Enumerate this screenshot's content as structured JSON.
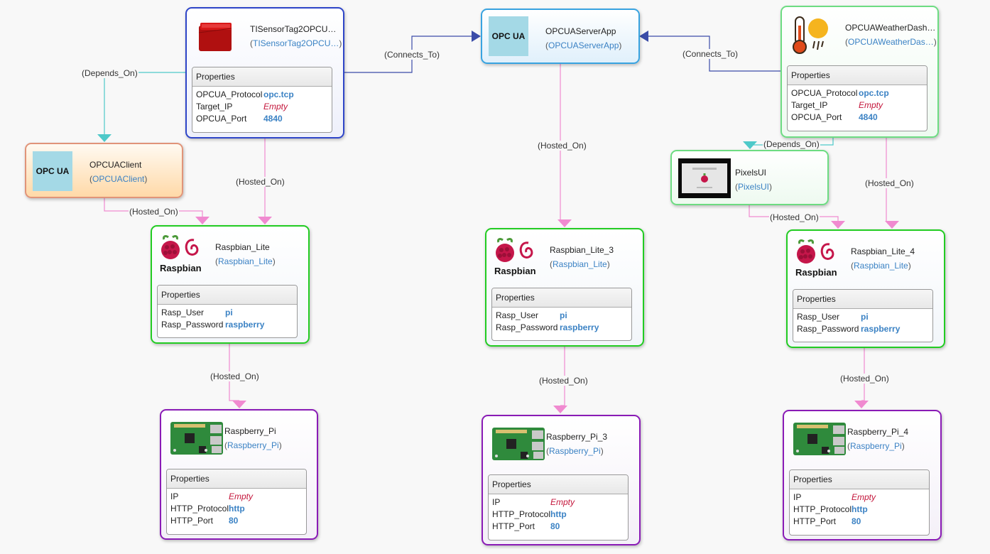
{
  "edge_labels": {
    "ti_depends": "(Depends_On)",
    "ti_connects": "(Connects_To)",
    "wd_connects": "(Connects_To)",
    "ti_hosted": "(Hosted_On)",
    "srv_hosted": "(Hosted_On)",
    "client_hosted": "(Hosted_On)",
    "wd_depends": "(Depends_On)",
    "wd_hosted": "(Hosted_On)",
    "pixels_hosted": "(Hosted_On)",
    "rl1_hosted": "(Hosted_On)",
    "rl3_hosted": "(Hosted_On)",
    "rl4_hosted": "(Hosted_On)"
  },
  "nodes": {
    "tisensor": {
      "title": "TISensorTag2OPCU…",
      "type": "TISensorTag2OPCU…",
      "icon": "sensortag-icon",
      "properties_label": "Properties",
      "props": [
        {
          "key": "OPCUA_Protocol",
          "value": "opc.tcp"
        },
        {
          "key": "Target_IP",
          "value": "Empty"
        },
        {
          "key": "OPCUA_Port",
          "value": "4840"
        }
      ]
    },
    "server": {
      "title": "OPCUAServerApp",
      "type": "OPCUAServerApp",
      "icon": "opcua-logo-icon",
      "icon_text": "OPC UA"
    },
    "weather": {
      "title": "OPCUAWeatherDash…",
      "type": "OPCUAWeatherDas…",
      "icon": "weather-icon",
      "properties_label": "Properties",
      "props": [
        {
          "key": "OPCUA_Protocol",
          "value": "opc.tcp"
        },
        {
          "key": "Target_IP",
          "value": "Empty"
        },
        {
          "key": "OPCUA_Port",
          "value": "4840"
        }
      ]
    },
    "client": {
      "title": "OPCUAClient",
      "type": "OPCUAClient",
      "icon": "opcua-logo-icon",
      "icon_text": "OPC UA"
    },
    "pixels": {
      "title": "PixelsUI",
      "type": "PixelsUI",
      "icon": "pixel-desktop-icon"
    },
    "rl1": {
      "title": "Raspbian_Lite",
      "type": "Raspbian_Lite",
      "icon": "raspbian-logo-icon",
      "icon_text": "Raspbian",
      "properties_label": "Properties",
      "props": [
        {
          "key": "Rasp_User",
          "value": "pi"
        },
        {
          "key": "Rasp_Password",
          "value": "raspberry"
        }
      ]
    },
    "rl3": {
      "title": "Raspbian_Lite_3",
      "type": "Raspbian_Lite",
      "icon": "raspbian-logo-icon",
      "icon_text": "Raspbian",
      "properties_label": "Properties",
      "props": [
        {
          "key": "Rasp_User",
          "value": "pi"
        },
        {
          "key": "Rasp_Password",
          "value": "raspberry"
        }
      ]
    },
    "rl4": {
      "title": "Raspbian_Lite_4",
      "type": "Raspbian_Lite",
      "icon": "raspbian-logo-icon",
      "icon_text": "Raspbian",
      "properties_label": "Properties",
      "props": [
        {
          "key": "Rasp_User",
          "value": "pi"
        },
        {
          "key": "Rasp_Password",
          "value": "raspberry"
        }
      ]
    },
    "pi1": {
      "title": "Raspberry_Pi",
      "type": "Raspberry_Pi",
      "icon": "raspberry-pi-board-icon",
      "properties_label": "Properties",
      "props": [
        {
          "key": "IP",
          "value": "Empty"
        },
        {
          "key": "HTTP_Protocol",
          "value": "http"
        },
        {
          "key": "HTTP_Port",
          "value": "80"
        }
      ]
    },
    "pi3": {
      "title": "Raspberry_Pi_3",
      "type": "Raspberry_Pi",
      "icon": "raspberry-pi-board-icon",
      "properties_label": "Properties",
      "props": [
        {
          "key": "IP",
          "value": "Empty"
        },
        {
          "key": "HTTP_Protocol",
          "value": "http"
        },
        {
          "key": "HTTP_Port",
          "value": "80"
        }
      ]
    },
    "pi4": {
      "title": "Raspberry_Pi_4",
      "type": "Raspberry_Pi",
      "icon": "raspberry-pi-board-icon",
      "properties_label": "Properties",
      "props": [
        {
          "key": "IP",
          "value": "Empty"
        },
        {
          "key": "HTTP_Protocol",
          "value": "http"
        },
        {
          "key": "HTTP_Port",
          "value": "80"
        }
      ]
    }
  },
  "colors": {
    "connects_edge": "#3b4ca8",
    "depends_edge": "#4ec9c9",
    "hosted_edge": "#f08ad0",
    "link_text": "#3b82c4",
    "empty_text": "#c4163b"
  }
}
